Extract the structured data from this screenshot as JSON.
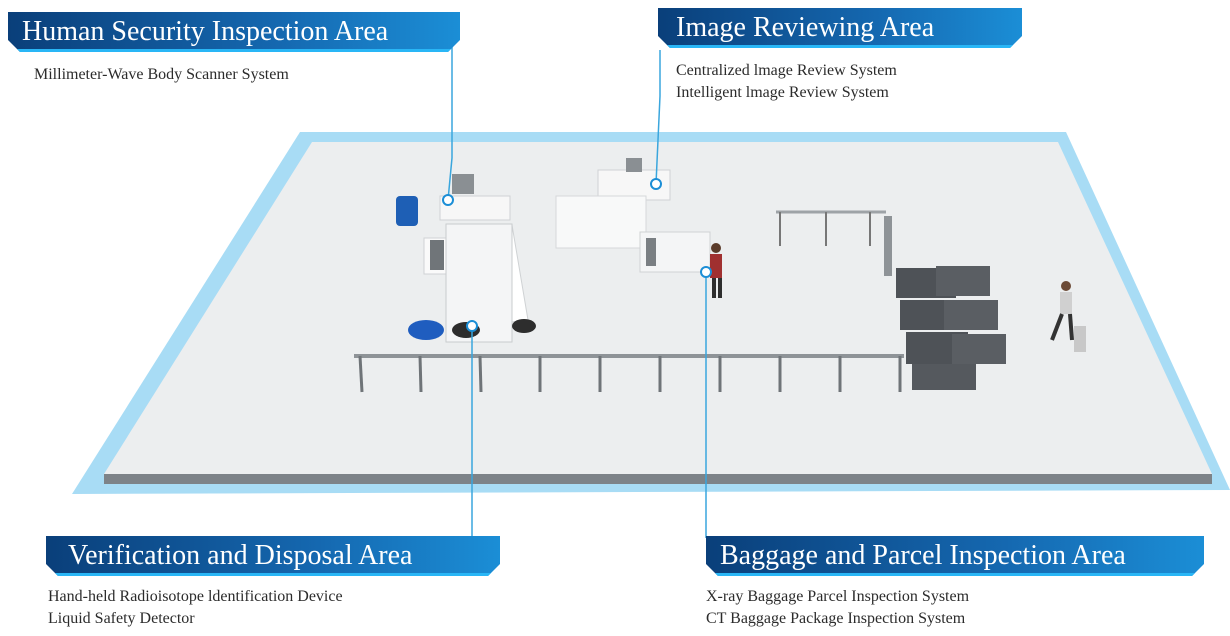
{
  "areas": {
    "human": {
      "title": "Human Security Inspection Area",
      "items": [
        "Millimeter-Wave Body Scanner System"
      ]
    },
    "image": {
      "title": "Image Reviewing Area",
      "items": [
        "Centralized lmage Review System",
        "Intelligent lmage Review  System"
      ]
    },
    "verification": {
      "title": "Verification and Disposal Area",
      "items": [
        "Hand-held Radioisotope ldentification Device",
        "Liquid Safety Detector"
      ]
    },
    "baggage": {
      "title": "Baggage and Parcel Inspection Area",
      "items": [
        "X-ray Baggage Parcel Inspection System",
        "CT Baggage Package Inspection System"
      ]
    }
  },
  "colors": {
    "banner_dark": "#0a3f7a",
    "banner_light": "#1b8ed6",
    "platform_edge": "#a8dcf5",
    "leader_line": "#3aa6dd"
  }
}
